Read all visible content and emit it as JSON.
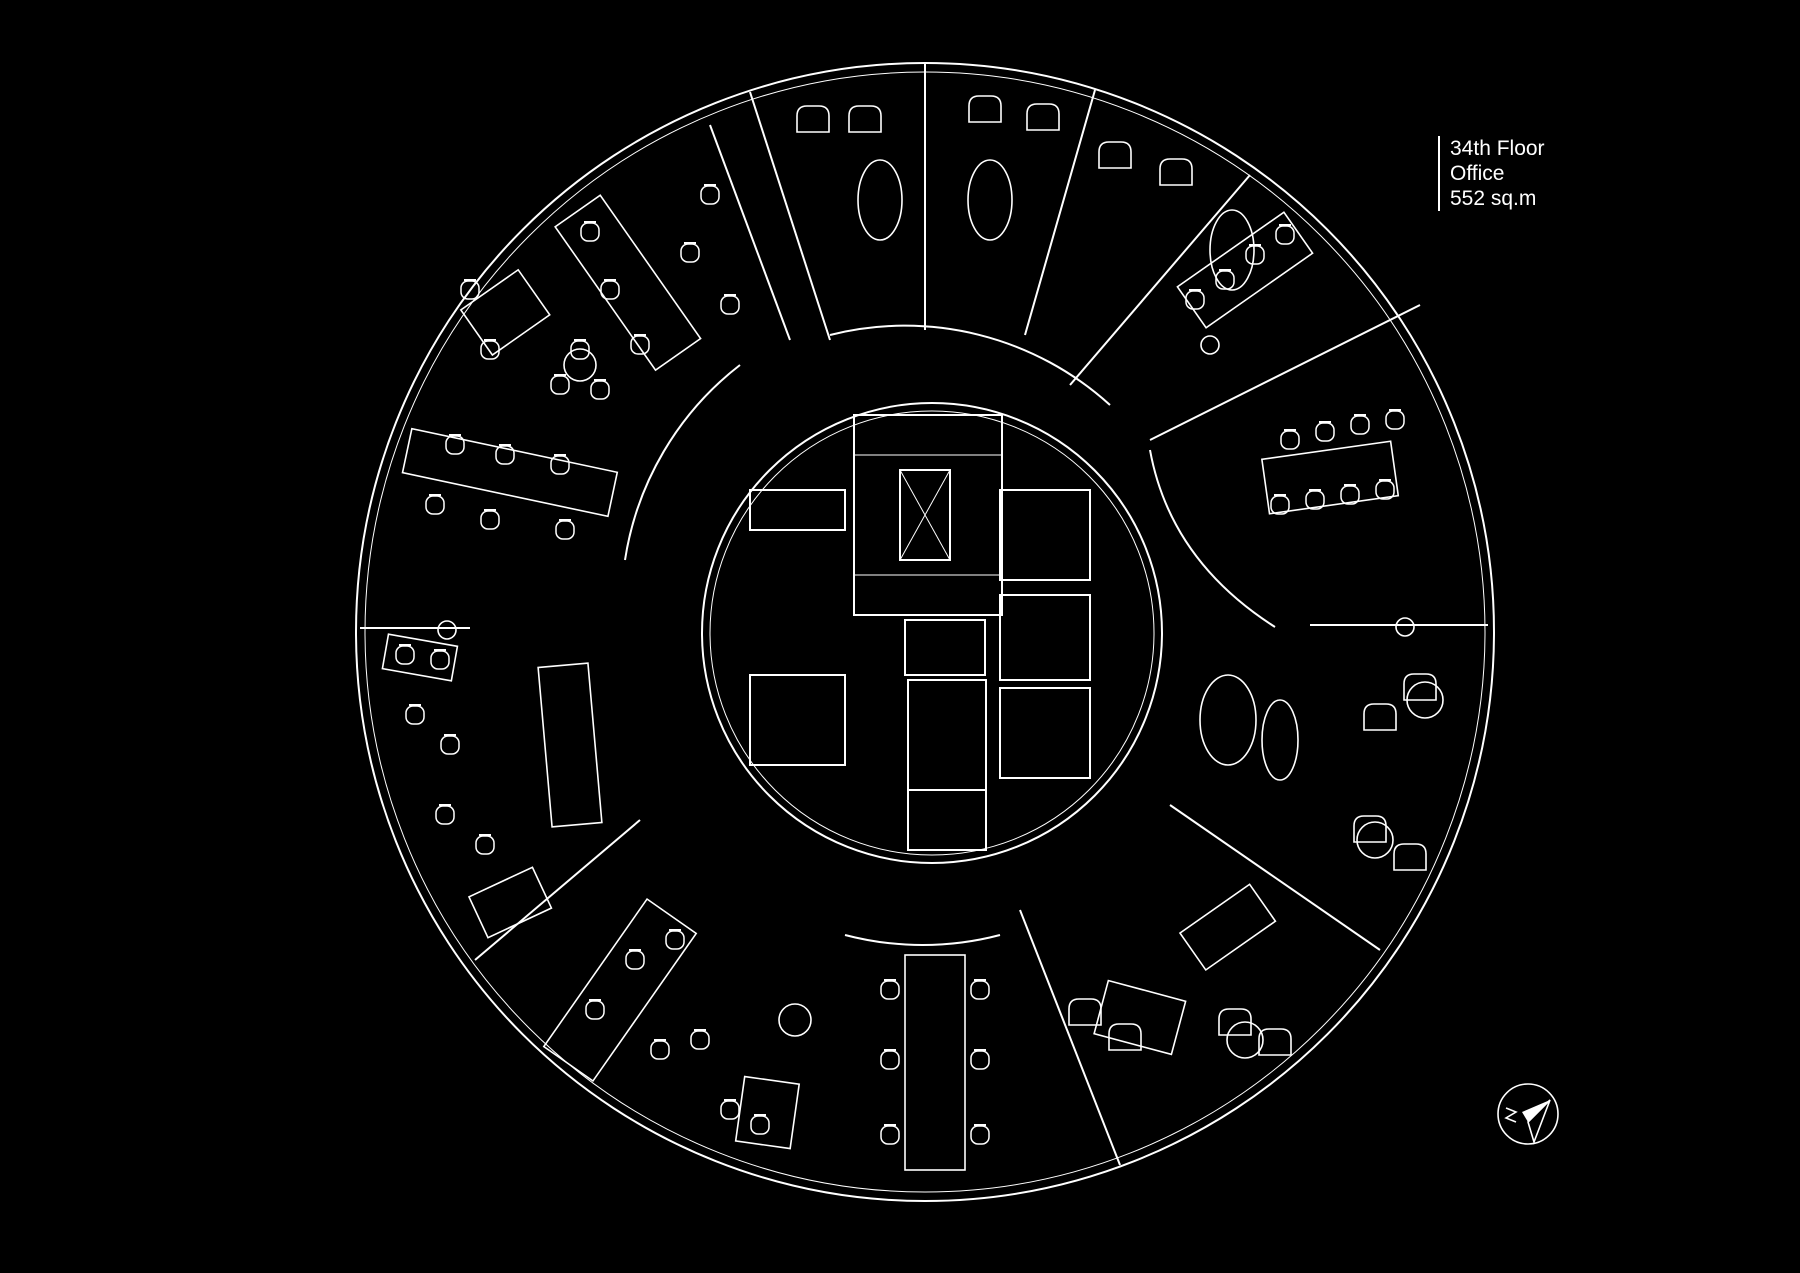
{
  "label": {
    "floor": "34th Floor",
    "use": "Office",
    "area": "552 sq.m"
  },
  "colors": {
    "background": "#000000",
    "line": "#ffffff"
  },
  "icons": [
    "north-arrow-icon"
  ]
}
